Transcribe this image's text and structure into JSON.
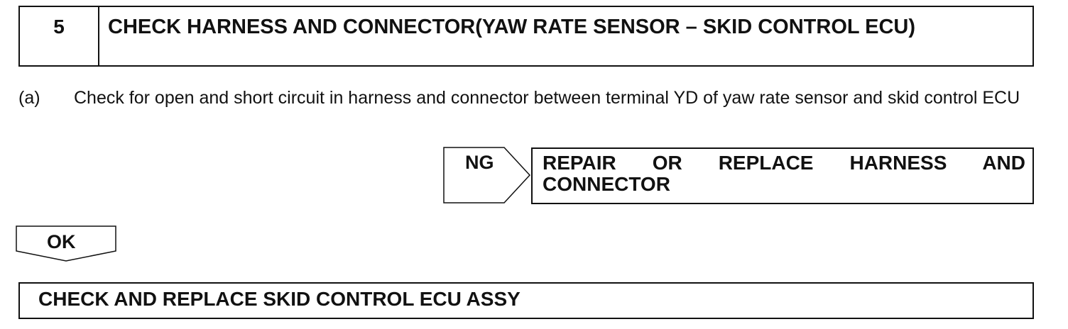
{
  "step": {
    "number": "5",
    "title": "CHECK HARNESS AND CONNECTOR(YAW RATE SENSOR – SKID CONTROL ECU)"
  },
  "instruction": {
    "label": "(a)",
    "text": "Check for open and short circuit in harness and connector between terminal YD of yaw rate sensor and skid control ECU"
  },
  "ng_branch": {
    "label": "NG",
    "result": "REPAIR OR REPLACE HARNESS AND CONNECTOR"
  },
  "ok_branch": {
    "label": "OK"
  },
  "final_action": {
    "text": "CHECK AND REPLACE SKID CONTROL ECU ASSY"
  }
}
